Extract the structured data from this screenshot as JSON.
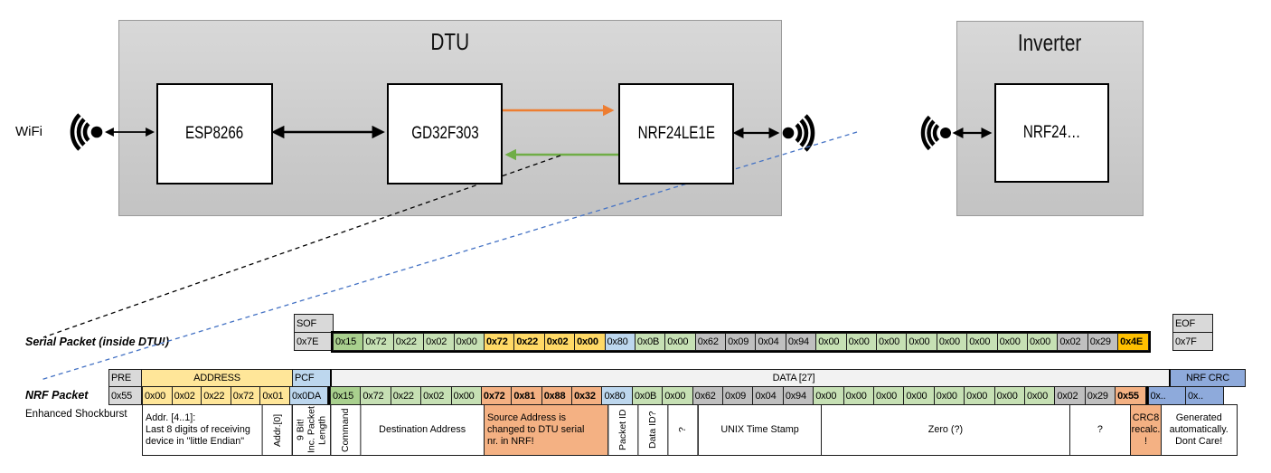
{
  "palette": {
    "orange_arrow": "#ED7D31",
    "green_arrow": "#70AD47",
    "blue_dashed": "#4472C4",
    "yellow": "#FFE699",
    "gold": "#FFC000",
    "light_green": "#C6E0B4",
    "dark_green": "#A9D08E",
    "light_blue": "#BDD7EE",
    "crc_blue": "#8EAADB",
    "salmon": "#F4B183",
    "gray": "#D9D9D9"
  },
  "diagram": {
    "wifi_label": "WiFi",
    "dtu_title": "DTU",
    "esp": "ESP8266",
    "gd32": "GD32F303",
    "nrf": "NRF24LE1E",
    "inverter_title": "Inverter",
    "inverter_nrf": "NRF24…"
  },
  "serial_packet": {
    "label": "Serial Packet (inside DTU!)",
    "sof_header": "SOF",
    "sof_value": "0x7E",
    "eof_header": "EOF",
    "eof_value": "0x7F",
    "bytes": [
      {
        "v": "0x15",
        "c": "g2"
      },
      {
        "v": "0x72",
        "c": "g"
      },
      {
        "v": "0x22",
        "c": "g"
      },
      {
        "v": "0x02",
        "c": "g"
      },
      {
        "v": "0x00",
        "c": "g"
      },
      {
        "v": "0x72",
        "c": "yb"
      },
      {
        "v": "0x22",
        "c": "yb"
      },
      {
        "v": "0x02",
        "c": "yb"
      },
      {
        "v": "0x00",
        "c": "yb"
      },
      {
        "v": "0x80",
        "c": "b"
      },
      {
        "v": "0x0B",
        "c": "g"
      },
      {
        "v": "0x00",
        "c": "g"
      },
      {
        "v": "0x62",
        "c": "mg"
      },
      {
        "v": "0x09",
        "c": "mg"
      },
      {
        "v": "0x04",
        "c": "mg"
      },
      {
        "v": "0x94",
        "c": "mg"
      },
      {
        "v": "0x00",
        "c": "g"
      },
      {
        "v": "0x00",
        "c": "g"
      },
      {
        "v": "0x00",
        "c": "g"
      },
      {
        "v": "0x00",
        "c": "g"
      },
      {
        "v": "0x00",
        "c": "g"
      },
      {
        "v": "0x00",
        "c": "g"
      },
      {
        "v": "0x00",
        "c": "g"
      },
      {
        "v": "0x00",
        "c": "g"
      },
      {
        "v": "0x02",
        "c": "mg"
      },
      {
        "v": "0x29",
        "c": "mg"
      },
      {
        "v": "0x4E",
        "c": "o"
      }
    ]
  },
  "nrf_packet": {
    "label": "NRF Packet",
    "sublabel": "Enhanced Shockburst",
    "pre_header": "PRE",
    "pre_value": "0x55",
    "address_header": "ADDRESS",
    "address_values": [
      "0x00",
      "0x02",
      "0x22",
      "0x72",
      "0x01"
    ],
    "pcf_header": "PCF",
    "pcf_value": "0x0DA",
    "data_header": "DATA [27]",
    "bytes": [
      {
        "v": "0x15",
        "c": "g2"
      },
      {
        "v": "0x72",
        "c": "g"
      },
      {
        "v": "0x22",
        "c": "g"
      },
      {
        "v": "0x02",
        "c": "g"
      },
      {
        "v": "0x00",
        "c": "g"
      },
      {
        "v": "0x72",
        "c": "sb"
      },
      {
        "v": "0x81",
        "c": "sb"
      },
      {
        "v": "0x88",
        "c": "sb"
      },
      {
        "v": "0x32",
        "c": "sb"
      },
      {
        "v": "0x80",
        "c": "b"
      },
      {
        "v": "0x0B",
        "c": "g"
      },
      {
        "v": "0x00",
        "c": "g"
      },
      {
        "v": "0x62",
        "c": "mg"
      },
      {
        "v": "0x09",
        "c": "mg"
      },
      {
        "v": "0x04",
        "c": "mg"
      },
      {
        "v": "0x94",
        "c": "mg"
      },
      {
        "v": "0x00",
        "c": "g"
      },
      {
        "v": "0x00",
        "c": "g"
      },
      {
        "v": "0x00",
        "c": "g"
      },
      {
        "v": "0x00",
        "c": "g"
      },
      {
        "v": "0x00",
        "c": "g"
      },
      {
        "v": "0x00",
        "c": "g"
      },
      {
        "v": "0x00",
        "c": "g"
      },
      {
        "v": "0x00",
        "c": "g"
      },
      {
        "v": "0x02",
        "c": "mg"
      },
      {
        "v": "0x29",
        "c": "mg"
      },
      {
        "v": "0x55",
        "c": "sb"
      }
    ],
    "crc_header": "NRF CRC",
    "crc_values": [
      "0x..",
      "0x.."
    ],
    "annotations": [
      {
        "text": "Addr. [4..1]:\nLast 8 digits of receiving\ndevice in \"little Endian\"",
        "region": "addr",
        "span": 4,
        "align": "left"
      },
      {
        "text": "Addr.[0]",
        "region": "addr",
        "span": 1,
        "vertical": true
      },
      {
        "text": "9 Bit!\nInc. Packet\nLength",
        "region": "pcf",
        "span": 1,
        "vertical": true
      },
      {
        "text": "Command",
        "region": "data",
        "span": 1,
        "vertical": true
      },
      {
        "text": "Destination Address",
        "region": "data",
        "span": 4
      },
      {
        "text": "Source Address is\nchanged to DTU serial\nnr. in NRF!",
        "region": "data",
        "span": 4,
        "fill": "salmon",
        "align": "left"
      },
      {
        "text": "Packet ID",
        "region": "data",
        "span": 1,
        "vertical": true
      },
      {
        "text": "Data ID?",
        "region": "data",
        "span": 1,
        "vertical": true
      },
      {
        "text": "?",
        "region": "data",
        "span": 1,
        "vertical": true
      },
      {
        "text": "UNIX Time Stamp",
        "region": "data",
        "span": 4
      },
      {
        "text": "Zero (?)",
        "region": "data",
        "span": 8
      },
      {
        "text": "?",
        "region": "data",
        "span": 2
      },
      {
        "text": "CRC8\nrecalc.\n!",
        "region": "data",
        "span": 1,
        "fill": "salmon"
      },
      {
        "text": "Generated\nautomatically.\nDont Care!",
        "region": "crc",
        "span": 2
      }
    ]
  }
}
